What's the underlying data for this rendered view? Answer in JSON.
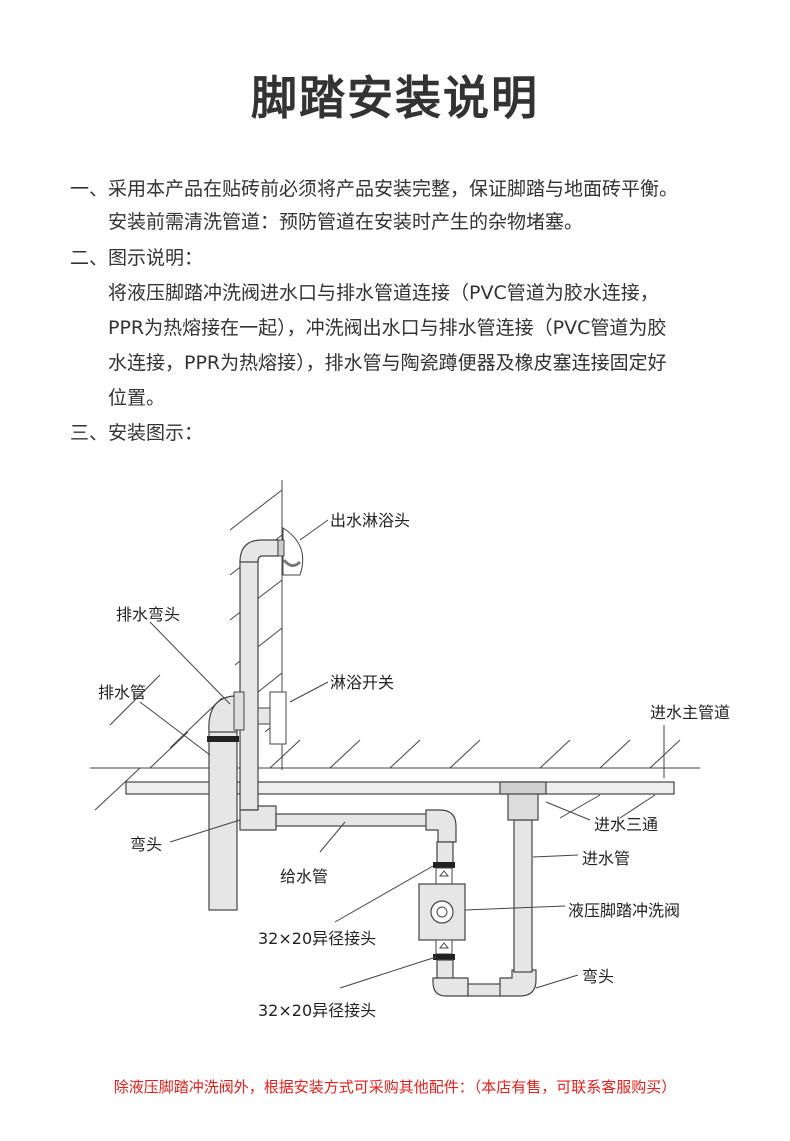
{
  "title": "脚踏安装说明",
  "sections": {
    "s1_line1": "一、采用本产品在贴砖前必须将产品安装完整，保证脚踏与地面砖平衡。",
    "s1_line2": "安装前需清洗管道：预防管道在安装时产生的杂物堵塞。",
    "s2_heading": "二、图示说明：",
    "s2_line1": "将液压脚踏冲洗阀进水口与排水管道连接（PVC管道为胶水连接，",
    "s2_line2": "PPR为热熔接在一起），冲洗阀出水口与排水管连接（PVC管道为胶",
    "s2_line3": "水连接，PPR为热熔接），排水管与陶瓷蹲便器及橡皮塞连接固定好",
    "s2_line4": "位置。",
    "s3_heading": "三、安装图示："
  },
  "diagram": {
    "shower_head": "出水淋浴头",
    "drain_elbow": "排水弯头",
    "drain_pipe": "排水管",
    "shower_switch": "淋浴开关",
    "main_inlet": "进水主管道",
    "inlet_tee": "进水三通",
    "elbow_left": "弯头",
    "inlet_pipe": "进水管",
    "supply_pipe": "给水管",
    "valve": "液压脚踏冲洗阀",
    "reducer_top": "32×20异径接头",
    "reducer_bottom": "32×20异径接头",
    "elbow_right": "弯头"
  },
  "footer": "除液压脚踏冲洗阀外，根据安装方式可采购其他配件：（本店有售，可联系客服购买）",
  "colors": {
    "text": "#333333",
    "accent_red": "#e3201b",
    "pipe_fill": "#e6e6e6",
    "pipe_stroke": "#444444"
  }
}
